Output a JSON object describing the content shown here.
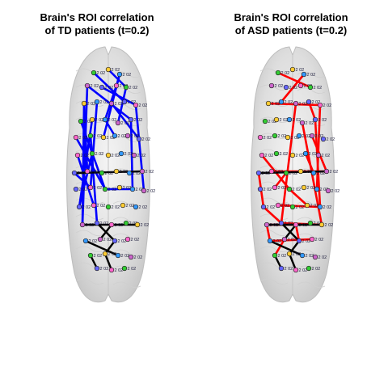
{
  "panels": [
    {
      "id": "td",
      "title_line1": "Brain's ROI correlation",
      "title_line2": "of TD patients (t=0.2)",
      "edge_color": "#0000ff"
    },
    {
      "id": "asd",
      "title_line1": "Brain's ROI correlation",
      "title_line2": "of ASD patients (t=0.2)",
      "edge_color": "#ff0000"
    }
  ],
  "shared_edge_color": "#000000",
  "node_label": "2 02",
  "node_colors": [
    "#33cc33",
    "#ffcc33",
    "#3399ff",
    "#cc66cc",
    "#6666ff",
    "#ff66cc"
  ],
  "brain_fill": "#e8e8e8"
}
